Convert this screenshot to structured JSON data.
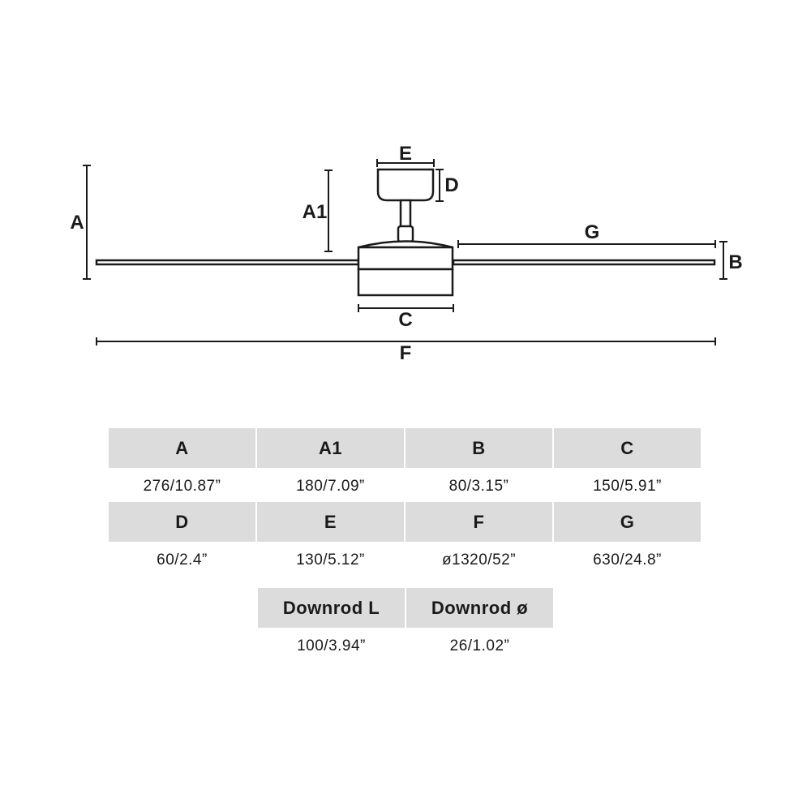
{
  "diagram": {
    "labels": {
      "a": "A",
      "a1": "A1",
      "b": "B",
      "c": "C",
      "d": "D",
      "e": "E",
      "f": "F",
      "g": "G"
    }
  },
  "specs": {
    "row1": [
      {
        "head": "A",
        "value": "276/10.87”"
      },
      {
        "head": "A1",
        "value": "180/7.09”"
      },
      {
        "head": "B",
        "value": "80/3.15”"
      },
      {
        "head": "C",
        "value": "150/5.91”"
      }
    ],
    "row2": [
      {
        "head": "D",
        "value": "60/2.4”"
      },
      {
        "head": "E",
        "value": "130/5.12”"
      },
      {
        "head": "F",
        "value": "ø1320/52”"
      },
      {
        "head": "G",
        "value": "630/24.8”"
      }
    ],
    "row3": [
      {
        "head": "Downrod L",
        "value": "100/3.94”"
      },
      {
        "head": "Downrod ø",
        "value": "26/1.02”"
      }
    ]
  }
}
